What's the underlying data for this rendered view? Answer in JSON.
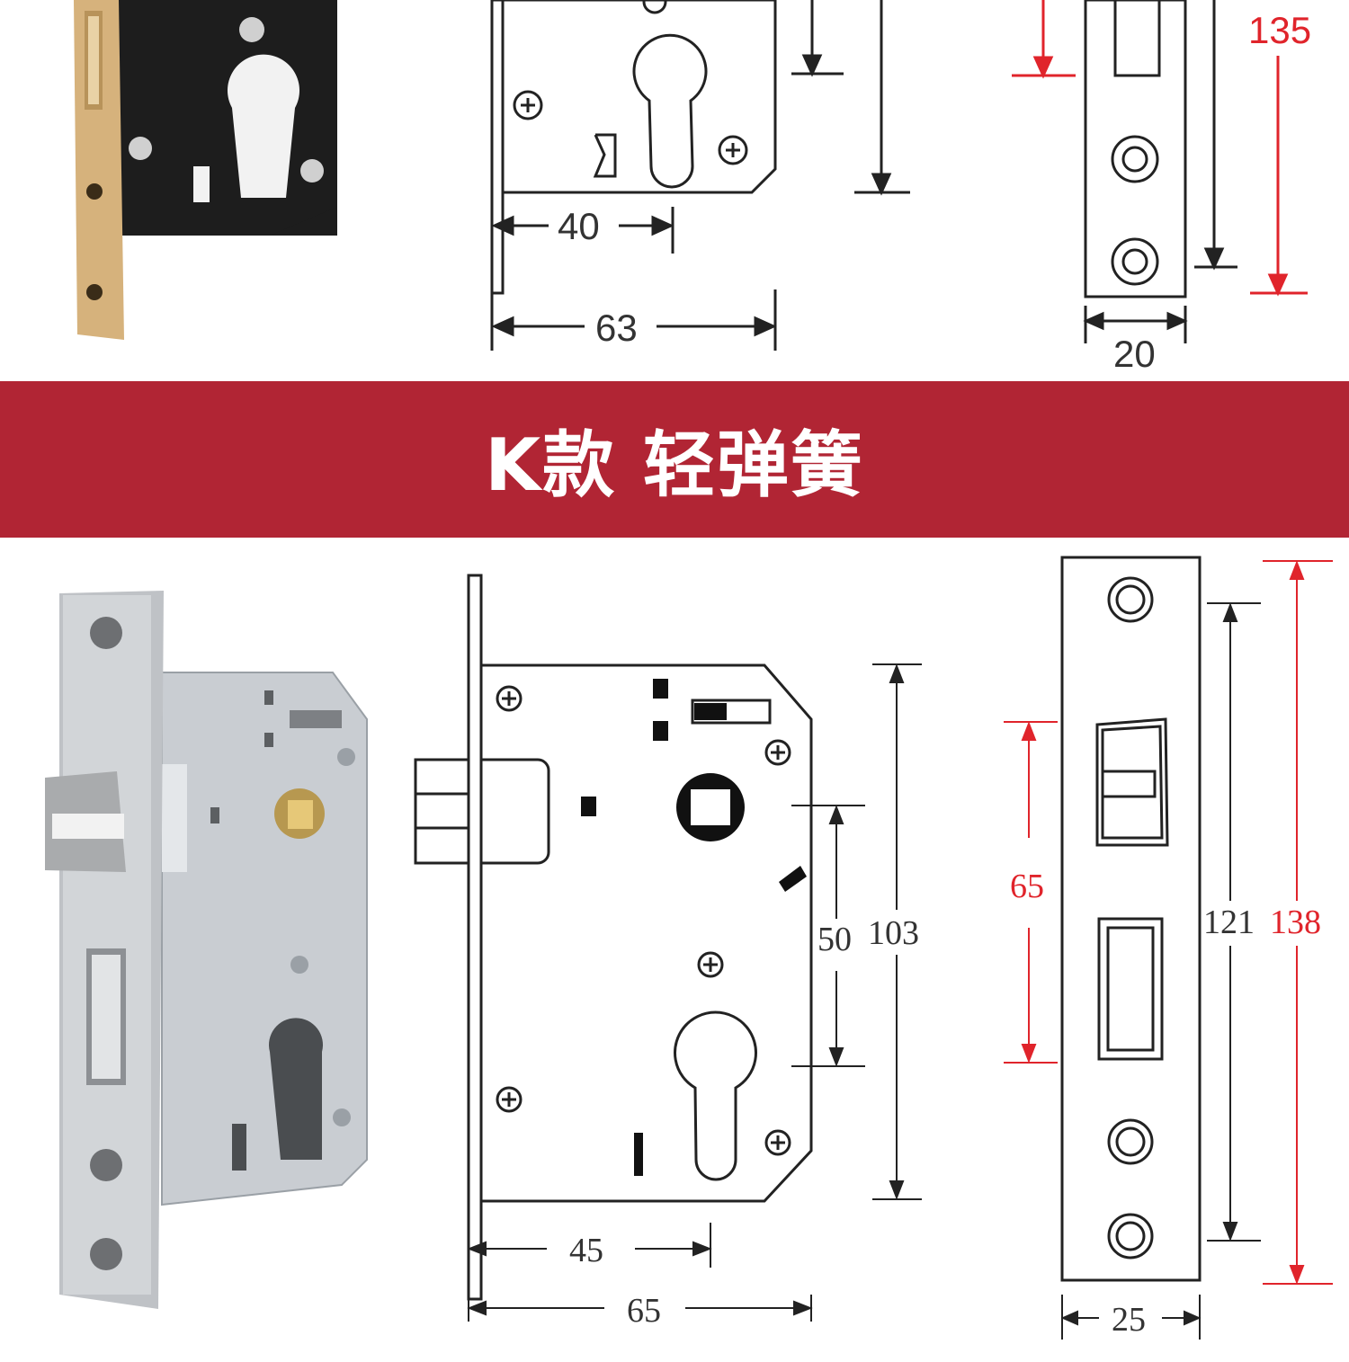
{
  "banner": {
    "title": "K款 轻弹簧",
    "color": "#b12534"
  },
  "top_section": {
    "dims": {
      "width_backset": "40",
      "width_total": "63",
      "height_faceplate": "135",
      "faceplate_width": "20"
    }
  },
  "bottom_section": {
    "dims": {
      "backset": "45",
      "body_depth": "65",
      "handle_cylinder_spacing": "50",
      "body_height": "103",
      "bolt_span": "65",
      "screw_spacing": "121",
      "faceplate_height": "138",
      "faceplate_width": "25"
    }
  },
  "colors": {
    "dimension_red": "#e0242b",
    "line": "#222222",
    "brass": "#d6b27c",
    "black_body": "#1d1d1d",
    "steel": "#c9cdd2"
  }
}
